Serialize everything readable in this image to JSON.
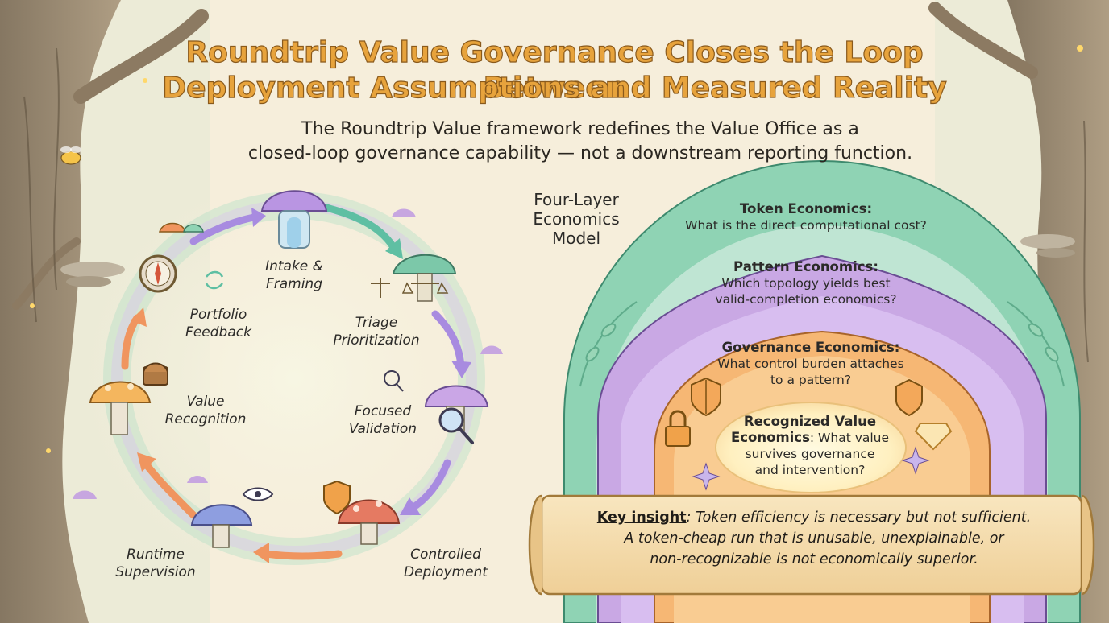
{
  "title": {
    "line1": "Roundtrip Value Governance Closes the Loop Between",
    "line2": "Deployment Assumptions and Measured Reality"
  },
  "subtitle": {
    "line1": "The Roundtrip Value framework redefines the Value Office as a",
    "line2": "closed-loop governance capability — not a downstream reporting function."
  },
  "cycle": {
    "stages": [
      {
        "line1": "Intake &",
        "line2": "Framing",
        "icon": "mushroom-portal-icon"
      },
      {
        "line1": "Triage",
        "line2": "Prioritization",
        "icon": "scales-icon"
      },
      {
        "line1": "Focused",
        "line2": "Validation",
        "icon": "magnifier-icon"
      },
      {
        "line1": "Controlled",
        "line2": "Deployment",
        "icon": "shield-icon"
      },
      {
        "line1": "Runtime",
        "line2": "Supervision",
        "icon": "eye-icon"
      },
      {
        "line1": "Value",
        "line2": "Recognition",
        "icon": "treasure-chest-icon"
      },
      {
        "line1": "Portfolio",
        "line2": "Feedback",
        "icon": "compass-icon"
      }
    ]
  },
  "model": {
    "heading_line1": "Four-Layer",
    "heading_line2": "Economics",
    "heading_line3": "Model",
    "layers": [
      {
        "name": "Token Economics:",
        "q1": "What is the direct computational cost?",
        "q2": ""
      },
      {
        "name": "Pattern Economics:",
        "q1": "Which topology yields best",
        "q2": "valid-completion economics?"
      },
      {
        "name": "Governance Economics:",
        "q1": "What control burden attaches",
        "q2": "to a pattern?"
      },
      {
        "name": "Recognized Value",
        "name2": "Economics",
        "q1": ": What value",
        "q2": "survives governance",
        "q3": "and intervention?"
      }
    ]
  },
  "insight": {
    "keyword": "Key insight",
    "line1": ": Token efficiency is necessary but not sufficient.",
    "line2": "A token-cheap run that is unusable, unexplainable, or",
    "line3": "non-recognizable is not economically superior."
  },
  "colors": {
    "title_fill": "#e7a33c",
    "teal_ring": "#8fd3b4",
    "purple_ring": "#c7a6e0",
    "orange_ring": "#f6b774",
    "core": "#fff3c9",
    "arrow_purple": "#a88be0",
    "arrow_teal": "#5fbfa3",
    "arrow_orange": "#f0955f"
  }
}
